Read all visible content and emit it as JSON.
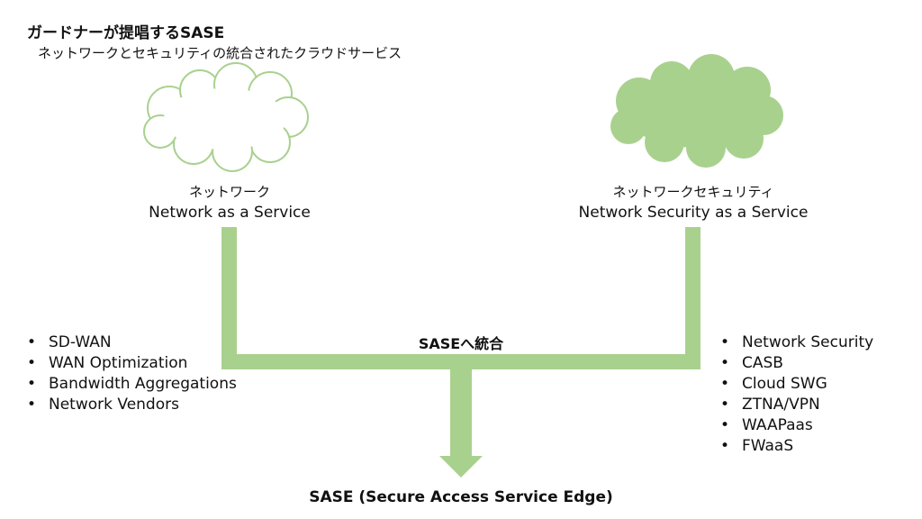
{
  "header": {
    "title": "ガードナーが提唱するSASE",
    "subtitle": "ネットワークとセキュリティの統合されたクラウドサービス"
  },
  "network_node": {
    "label_jp": "ネットワーク",
    "label_en": "Network as a Service",
    "icon": "outline-cloud-icon",
    "features": [
      "SD-WAN",
      "WAN Optimization",
      "Bandwidth Aggregations",
      "Network Vendors"
    ]
  },
  "security_node": {
    "label_jp": "ネットワークセキュリティ",
    "label_en": "Network Security as a Service",
    "icon": "filled-cloud-icon",
    "features": [
      "Network Security",
      "CASB",
      "Cloud SWG",
      "ZTNA/VPN",
      "WAAPaas",
      "FWaaS"
    ]
  },
  "merge": {
    "label": "SASEへ統合"
  },
  "result": {
    "label": "SASE (Secure Access Service Edge)"
  },
  "colors": {
    "connector": "#a9d18e",
    "cloud_fill": "#a9d18e",
    "cloud_outline": "#a9d18e",
    "text": "#111111"
  }
}
